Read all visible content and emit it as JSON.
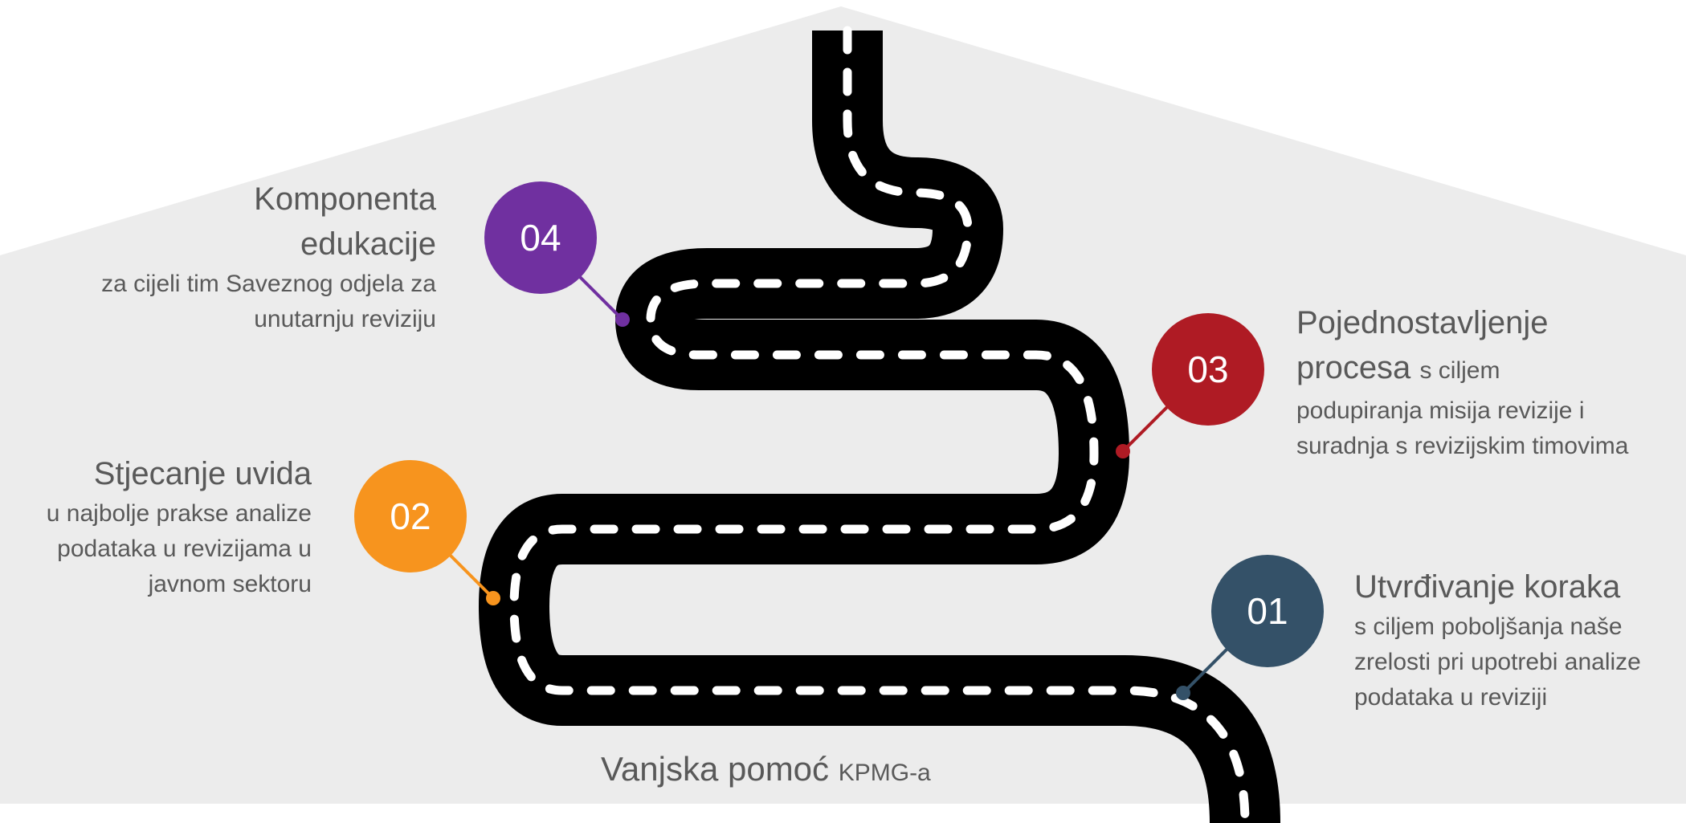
{
  "milestones": [
    {
      "number": "01",
      "title": "Utvrđivanje koraka",
      "description": "s ciljem poboljšanja naše zrelosti pri upotrebi analize podataka u reviziji",
      "color": "#345168"
    },
    {
      "number": "02",
      "title": "Stjecanje uvida",
      "description": "u najbolje prakse analize podataka u revizijama u javnom sektoru",
      "color": "#f7941e"
    },
    {
      "number": "03",
      "title_line1": "Pojednostavljenje",
      "title_line2": "procesa",
      "description_inline": "s ciljem",
      "description": "podupiranja misija revizije i suradnja s revizijskim timovima",
      "color": "#af1b24"
    },
    {
      "number": "04",
      "title_line1": "Komponenta",
      "title_line2": "edukacije",
      "description": "za cijeli tim Saveznog odjela za unutarnju reviziju",
      "color": "#7030a0"
    }
  ],
  "foundation": {
    "main": "Vanjska pomoć",
    "sub": "KPMG-a"
  },
  "colors": {
    "house": "#ececec",
    "road": "#000000",
    "road_dash": "#ffffff",
    "text": "#595959"
  }
}
